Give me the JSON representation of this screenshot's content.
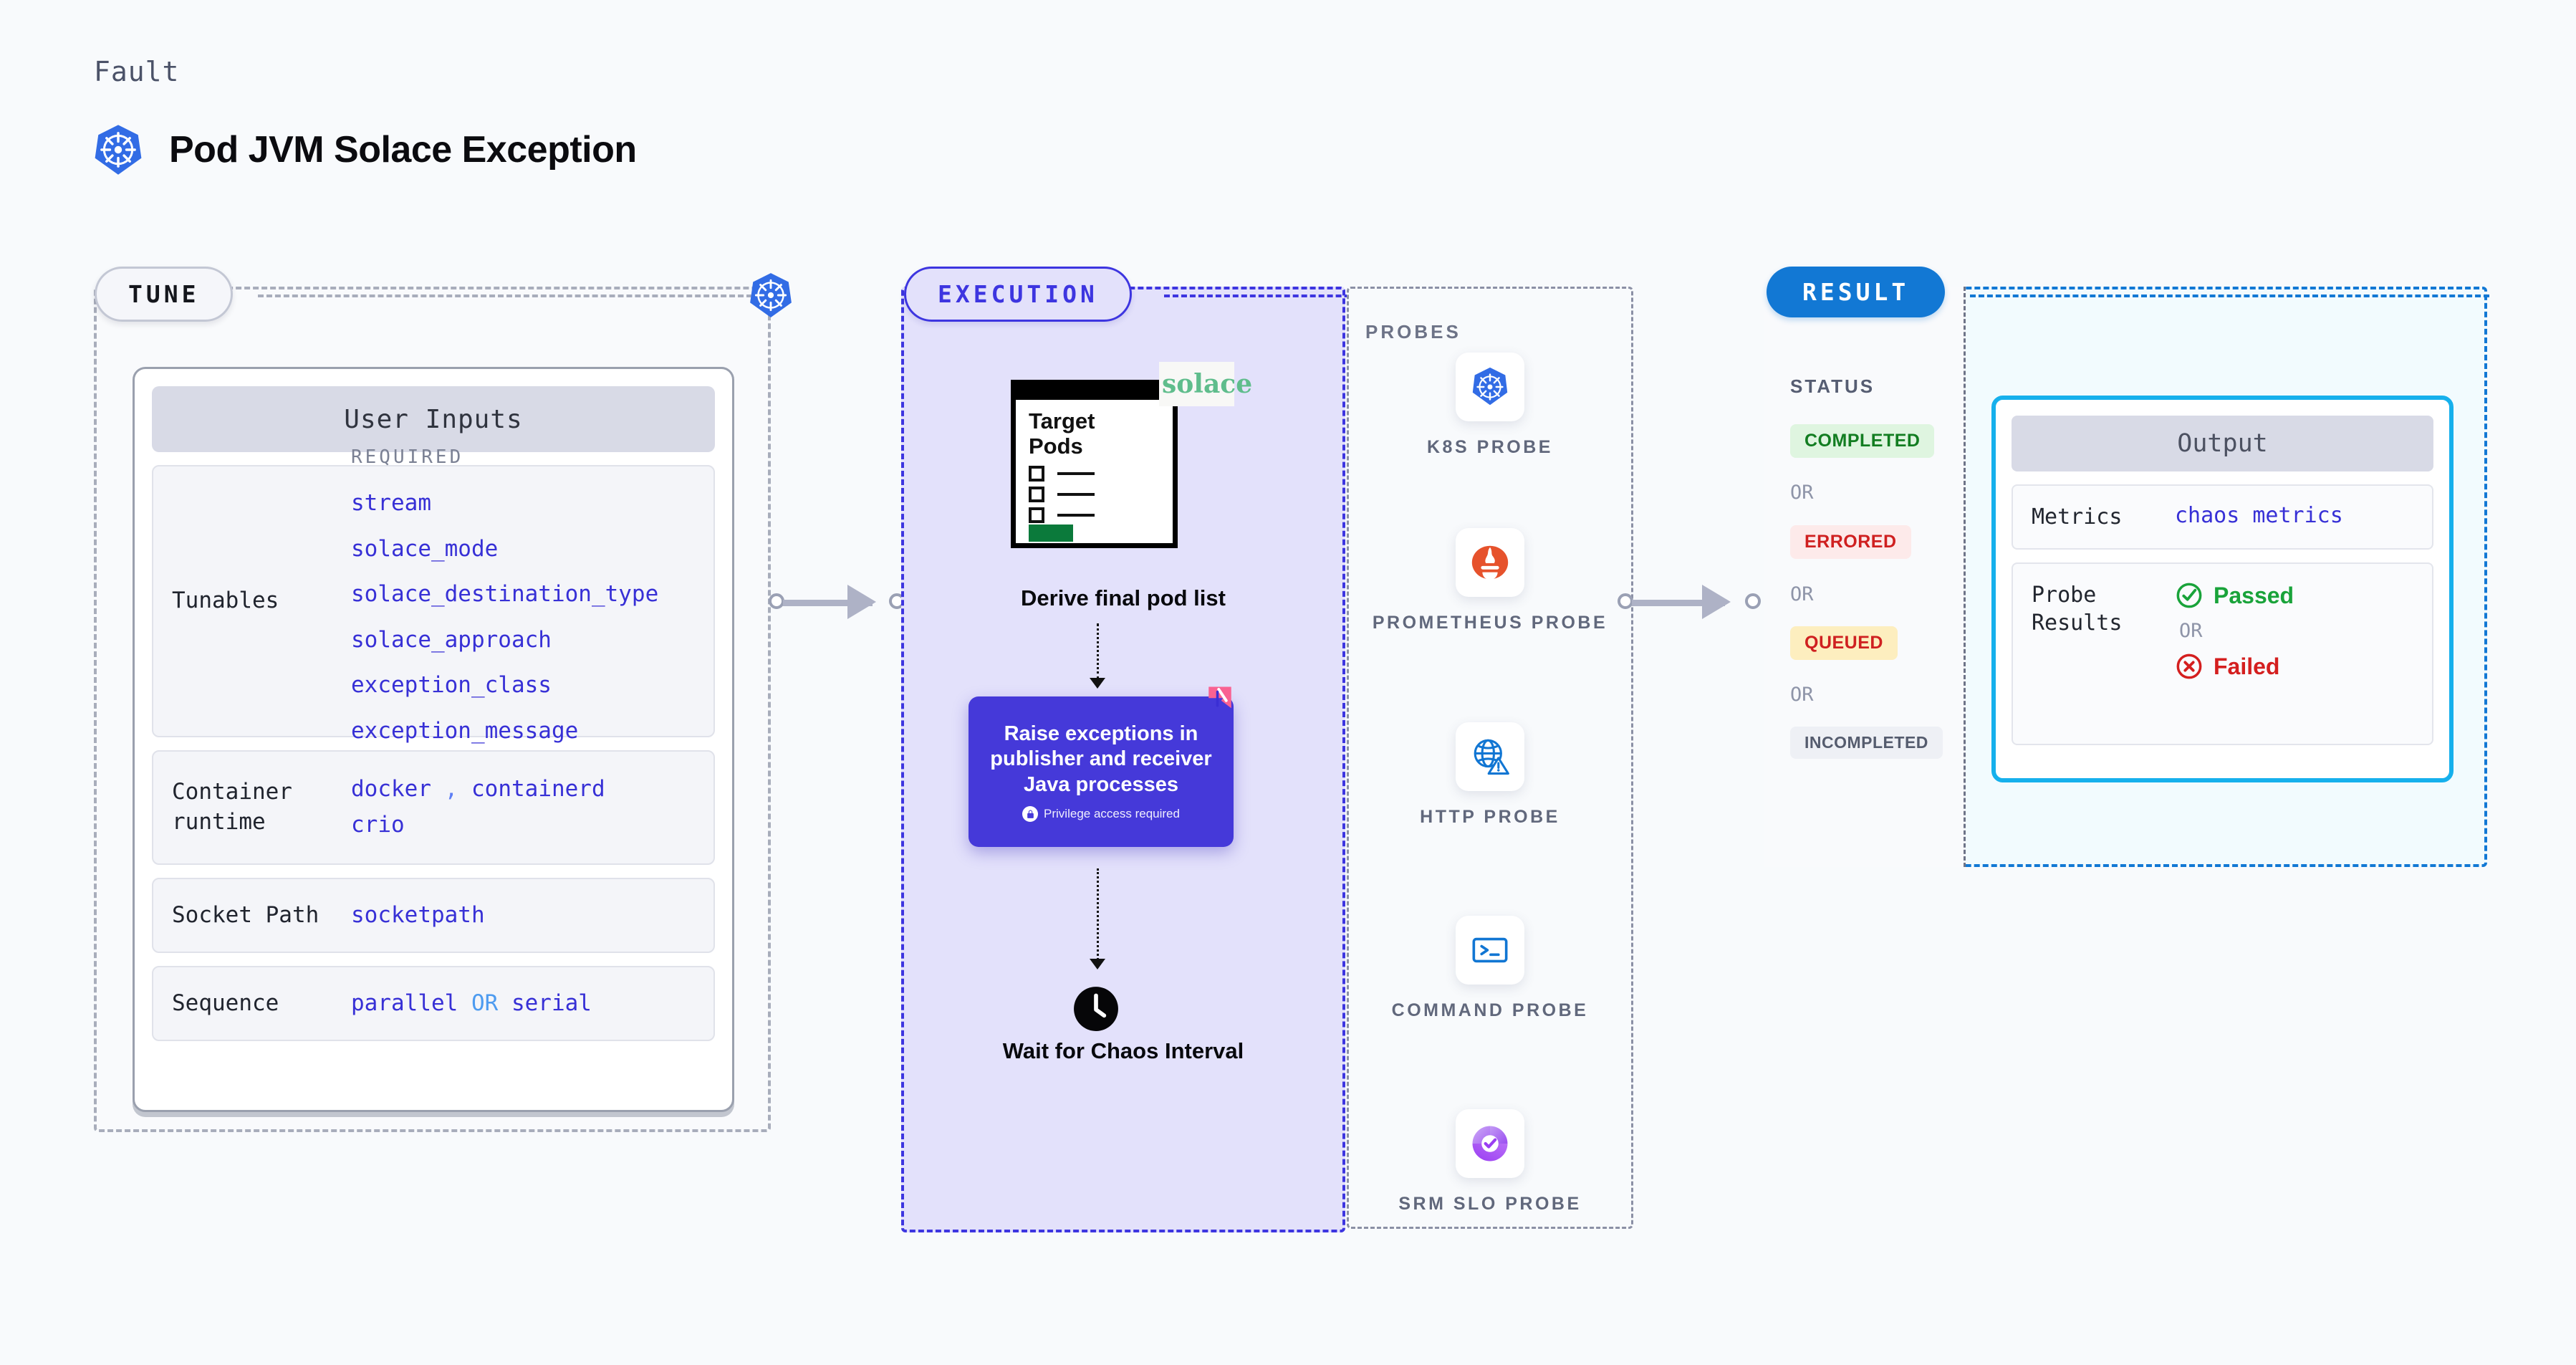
{
  "header": {
    "kicker": "Fault",
    "title": "Pod JVM Solace Exception",
    "icon": "kubernetes-icon"
  },
  "tune": {
    "pill_label": "TUNE",
    "icon": "kubernetes-icon",
    "card_title": "User Inputs",
    "rows": [
      {
        "key": "Tunables",
        "required_label": "REQUIRED",
        "values": [
          "stream",
          "solace_mode",
          "solace_destination_type",
          "solace_approach",
          "exception_class",
          "exception_message"
        ]
      },
      {
        "key": "Container runtime",
        "values": [
          "docker",
          "containerd",
          "crio"
        ],
        "separator": ","
      },
      {
        "key": "Socket Path",
        "values": [
          "socketpath"
        ]
      },
      {
        "key": "Sequence",
        "values": [
          "parallel",
          "serial"
        ],
        "joiner": "OR"
      }
    ]
  },
  "execution": {
    "pill_label": "EXECUTION",
    "target_card": {
      "title_line1": "Target",
      "title_line2": "Pods",
      "brand": "solace"
    },
    "steps": [
      {
        "caption": "Derive final pod list"
      },
      {
        "caption": "Raise exceptions in publisher and receiver Java processes",
        "note": "Privilege access required",
        "note_icon": "lock-icon",
        "badge_icon": "litmus-icon"
      },
      {
        "caption": "Wait for Chaos Interval",
        "icon": "clock-icon"
      }
    ]
  },
  "probes": {
    "section_label": "PROBES",
    "items": [
      {
        "name": "K8S PROBE",
        "icon": "kubernetes-icon"
      },
      {
        "name": "PROMETHEUS PROBE",
        "icon": "prometheus-icon"
      },
      {
        "name": "HTTP PROBE",
        "icon": "globe-warning-icon"
      },
      {
        "name": "COMMAND PROBE",
        "icon": "terminal-icon"
      },
      {
        "name": "SRM SLO PROBE",
        "icon": "srm-slo-icon"
      }
    ]
  },
  "result": {
    "pill_label": "RESULT",
    "status_label": "STATUS",
    "or_label": "OR",
    "statuses": [
      {
        "label": "COMPLETED",
        "bg": "#dff5e0",
        "fg": "#127d21"
      },
      {
        "label": "ERRORED",
        "bg": "#fdeaea",
        "fg": "#cf2020"
      },
      {
        "label": "QUEUED",
        "bg": "#fdeebf",
        "fg": "#cf2020"
      },
      {
        "label": "INCOMPLETED",
        "bg": "#eef0f5",
        "fg": "#555c6e"
      }
    ],
    "output": {
      "card_title": "Output",
      "metrics_key": "Metrics",
      "metrics_value": "chaos metrics",
      "probe_results_key": "Probe Results",
      "passed_label": "Passed",
      "failed_label": "Failed",
      "or_label": "OR",
      "passed_icon": "check-circle-icon",
      "failed_icon": "x-circle-icon"
    }
  },
  "colors": {
    "accent_purple": "#4539d9",
    "accent_blue": "#1278d4",
    "accent_cyan": "#16b0ec",
    "mono_text": "#3730d6",
    "page_bg": "#f8fafc"
  }
}
